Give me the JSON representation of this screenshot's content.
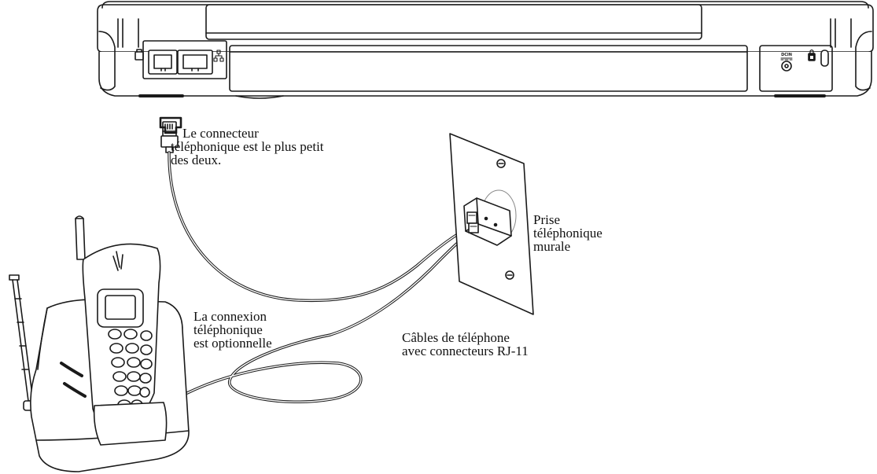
{
  "labels": {
    "connector_note": [
      "Le connecteur",
      "téléphonique est le plus petit",
      "des deux."
    ],
    "wall_jack": [
      "Prise",
      "téléphonique",
      "murale"
    ],
    "optional_note": [
      "La connexion",
      "téléphonique",
      "est optionnelle"
    ],
    "cables_note": [
      "Câbles de téléphone",
      "avec connecteurs RJ-11"
    ],
    "dc_in": "DCIN"
  },
  "icons": {
    "phone_port": "telephone-jack-icon",
    "lan_port": "network-icon",
    "lock": "kensington-lock-icon",
    "connector_shape": "rj11-outline-icon"
  },
  "colors": {
    "line": "#1a1a1a",
    "fill": "#ffffff",
    "shade": "#e6e6e6",
    "text": "#111111"
  }
}
